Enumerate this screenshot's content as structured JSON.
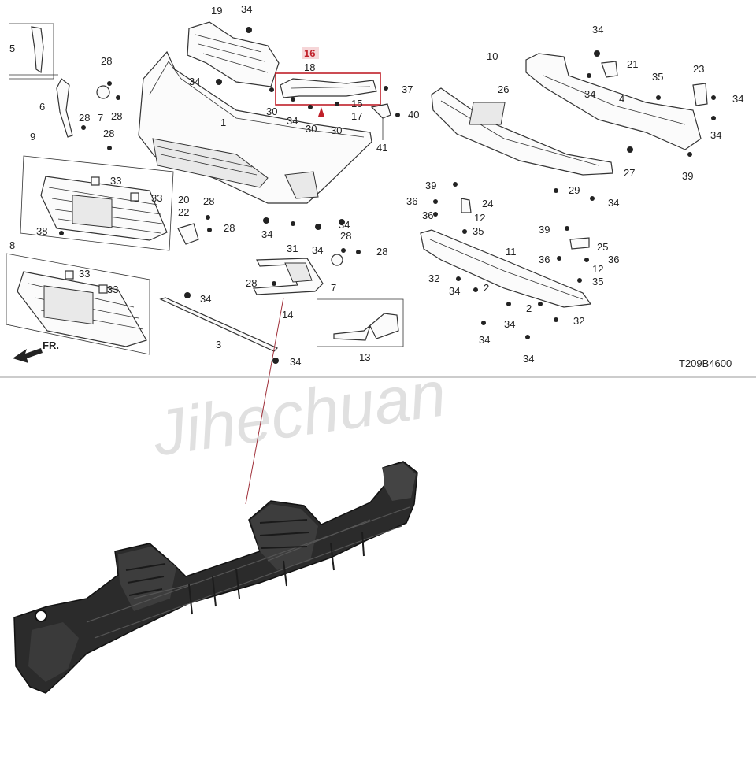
{
  "diagram": {
    "code": "T209B4600",
    "front_label": "FR.",
    "watermark": "Jihechuan",
    "highlight": {
      "number": "16",
      "color": "#c0202a"
    },
    "callouts": [
      {
        "label": "19"
      },
      {
        "label": "34"
      },
      {
        "label": "5"
      },
      {
        "label": "28"
      },
      {
        "label": "7"
      },
      {
        "label": "28"
      },
      {
        "label": "6"
      },
      {
        "label": "28"
      },
      {
        "label": "28"
      },
      {
        "label": "34"
      },
      {
        "label": "1"
      },
      {
        "label": "16"
      },
      {
        "label": "18"
      },
      {
        "label": "37"
      },
      {
        "label": "30"
      },
      {
        "label": "15"
      },
      {
        "label": "34"
      },
      {
        "label": "30"
      },
      {
        "label": "30"
      },
      {
        "label": "17"
      },
      {
        "label": "40"
      },
      {
        "label": "41"
      },
      {
        "label": "10"
      },
      {
        "label": "26"
      },
      {
        "label": "34"
      },
      {
        "label": "21"
      },
      {
        "label": "34"
      },
      {
        "label": "35"
      },
      {
        "label": "23"
      },
      {
        "label": "4"
      },
      {
        "label": "34"
      },
      {
        "label": "34"
      },
      {
        "label": "27"
      },
      {
        "label": "39"
      },
      {
        "label": "9"
      },
      {
        "label": "33"
      },
      {
        "label": "33"
      },
      {
        "label": "20"
      },
      {
        "label": "22"
      },
      {
        "label": "28"
      },
      {
        "label": "28"
      },
      {
        "label": "38"
      },
      {
        "label": "34"
      },
      {
        "label": "31"
      },
      {
        "label": "34"
      },
      {
        "label": "34"
      },
      {
        "label": "28"
      },
      {
        "label": "28"
      },
      {
        "label": "39"
      },
      {
        "label": "29"
      },
      {
        "label": "34"
      },
      {
        "label": "36"
      },
      {
        "label": "24"
      },
      {
        "label": "36"
      },
      {
        "label": "12"
      },
      {
        "label": "35"
      },
      {
        "label": "8"
      },
      {
        "label": "33"
      },
      {
        "label": "33"
      },
      {
        "label": "34"
      },
      {
        "label": "28"
      },
      {
        "label": "7"
      },
      {
        "label": "39"
      },
      {
        "label": "25"
      },
      {
        "label": "11"
      },
      {
        "label": "36"
      },
      {
        "label": "36"
      },
      {
        "label": "12"
      },
      {
        "label": "32"
      },
      {
        "label": "35"
      },
      {
        "label": "34"
      },
      {
        "label": "2"
      },
      {
        "label": "14"
      },
      {
        "label": "3"
      },
      {
        "label": "13"
      },
      {
        "label": "34"
      },
      {
        "label": "34"
      },
      {
        "label": "2"
      },
      {
        "label": "32"
      },
      {
        "label": "34"
      },
      {
        "label": "34"
      }
    ]
  }
}
